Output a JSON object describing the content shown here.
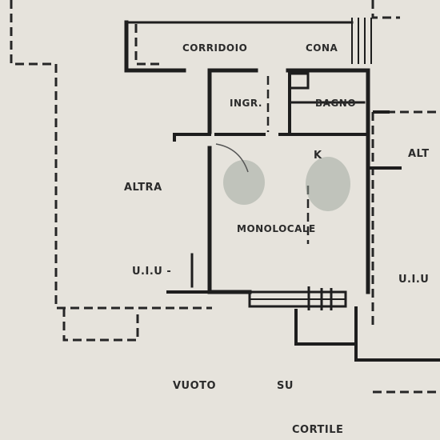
{
  "labels": {
    "corridoio": "CORRIDOIO",
    "cona": "CONA",
    "ingr": "INGR.",
    "bagno": "BAGNO",
    "k": "K",
    "altra_left": "ALTRA",
    "altra_right": "ALT",
    "monolocale": "MONOLOCALE",
    "uiu_left": "U.I.U -",
    "uiu_right": "U.I.U",
    "vuoto": "VUOTO",
    "su": "SU",
    "cortile": "CORTILE"
  }
}
